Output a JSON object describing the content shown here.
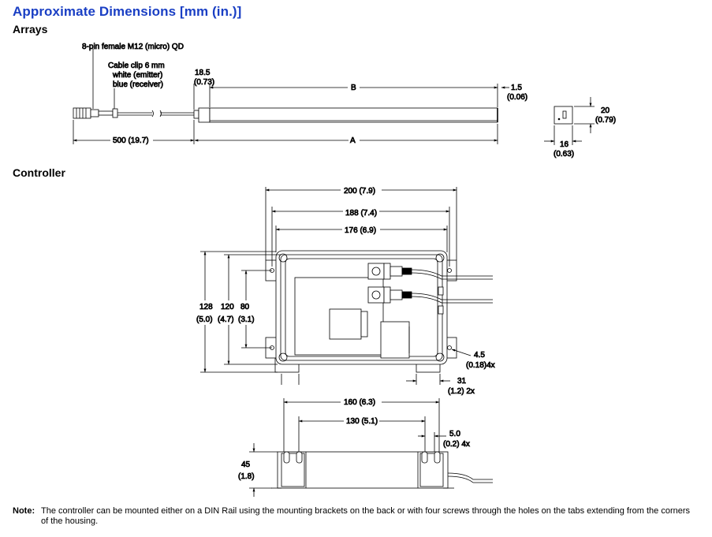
{
  "title": "Approximate Dimensions [mm (in.)]",
  "sections": {
    "arrays": "Arrays",
    "controller": "Controller"
  },
  "arrays": {
    "connector_label": "8-pin female M12 (micro) QD",
    "clip_label": [
      "Cable clip 6 mm",
      "white (emitter)",
      "blue (receiver)"
    ],
    "dim_cable": "500 (19.7)",
    "dim_end_mm": "18.5",
    "dim_end_in": "(0.73)",
    "dim_b": "B",
    "dim_a": "A",
    "dim_tip_mm": "1.5",
    "dim_tip_in": "(0.06)",
    "dim_h_mm": "20",
    "dim_h_in": "(0.79)",
    "dim_w_mm": "16",
    "dim_w_in": "(0.63)"
  },
  "controller": {
    "dim_200": "200 (7.9)",
    "dim_188": "188 (7.4)",
    "dim_176": "176 (6.9)",
    "dim_128_mm": "128",
    "dim_128_in": "(5.0)",
    "dim_120_mm": "120",
    "dim_120_in": "(4.7)",
    "dim_80_mm": "80",
    "dim_80_in": "(3.1)",
    "dim_hole_mm": "4.5",
    "dim_hole_in": "(0.18)4x",
    "dim_tab_mm": "31",
    "dim_tab_in": "(1.2) 2x",
    "dim_160": "160 (6.3)",
    "dim_130": "130 (5.1)",
    "dim_5_mm": "5.0",
    "dim_5_in": "(0.2) 4x",
    "dim_45_mm": "45",
    "dim_45_in": "(1.8)"
  },
  "note": {
    "label": "Note:",
    "text": "The controller can be mounted either on a DIN Rail using the mounting brackets on the back or with four screws through the holes on the tabs extending from the corners of the housing."
  }
}
